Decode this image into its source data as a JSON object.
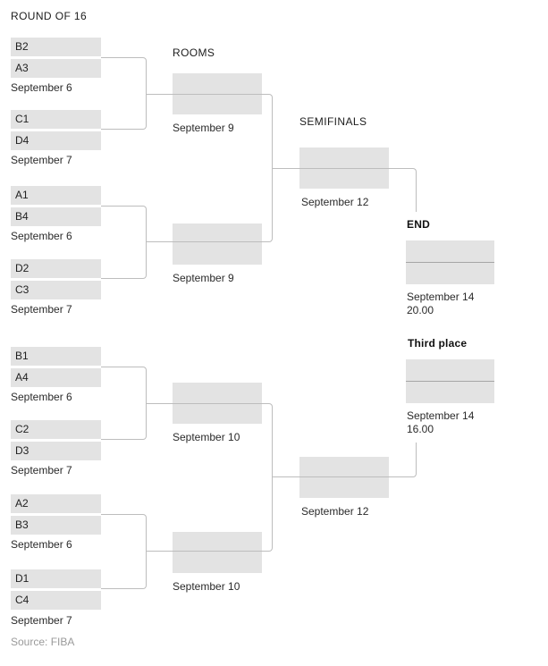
{
  "title": "ROUND OF 16",
  "headers": {
    "quarterfinals": "ROOMS",
    "semifinals": "SEMIFINALS",
    "final": "END",
    "third_place": "Third place"
  },
  "round_of_16": [
    {
      "team1": "B2",
      "team2": "A3",
      "date": "September 6"
    },
    {
      "team1": "C1",
      "team2": "D4",
      "date": "September 7"
    },
    {
      "team1": "A1",
      "team2": "B4",
      "date": "September 6"
    },
    {
      "team1": "D2",
      "team2": "C3",
      "date": "September 7"
    },
    {
      "team1": "B1",
      "team2": "A4",
      "date": "September 6"
    },
    {
      "team1": "C2",
      "team2": "D3",
      "date": "September 7"
    },
    {
      "team1": "A2",
      "team2": "B3",
      "date": "September 6"
    },
    {
      "team1": "D1",
      "team2": "C4",
      "date": "September 7"
    }
  ],
  "quarterfinals": [
    {
      "date": "September 9"
    },
    {
      "date": "September 9"
    },
    {
      "date": "September 10"
    },
    {
      "date": "September 10"
    }
  ],
  "semifinals": [
    {
      "date": "September 12"
    },
    {
      "date": "September 12"
    }
  ],
  "final": {
    "date": "September 14",
    "time": "20.00"
  },
  "third_place": {
    "date": "September 14",
    "time": "16.00"
  },
  "source": "Source: FIBA",
  "colors": {
    "box_fill": "#e3e3e3",
    "connector_line": "#bdbdbd",
    "slot_divider": "#a6a6a6",
    "text": "#1f1f1f",
    "muted_text": "#9a9a9a"
  }
}
